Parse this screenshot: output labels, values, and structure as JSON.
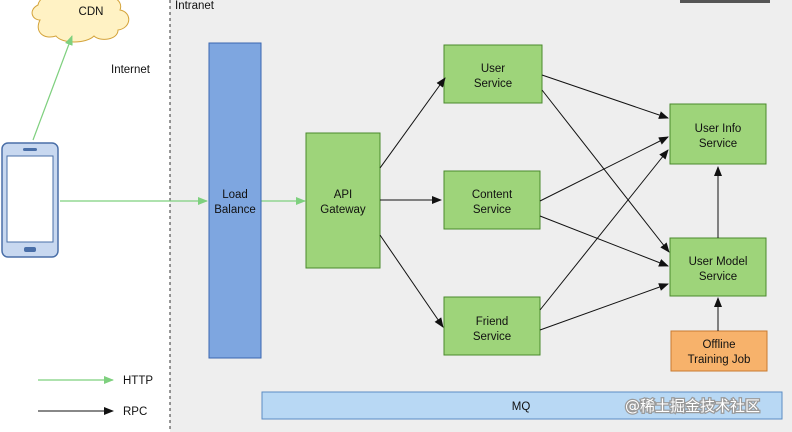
{
  "zones": {
    "internet_label": "Internet",
    "intranet_label": "Intranet"
  },
  "nodes": {
    "cdn": "CDN",
    "load_balance": [
      "Load",
      "Balance"
    ],
    "api_gateway": [
      "API",
      "Gateway"
    ],
    "user_service": [
      "User",
      "Service"
    ],
    "content_service": [
      "Content",
      "Service"
    ],
    "friend_service": [
      "Friend",
      "Service"
    ],
    "user_info_service": [
      "User Info",
      "Service"
    ],
    "user_model_service": [
      "User Model",
      "Service"
    ],
    "offline_training_job": [
      "Offline",
      "Training Job"
    ],
    "mq": "MQ"
  },
  "legend": {
    "http_label": "HTTP",
    "rpc_label": "RPC"
  },
  "watermark": "@稀土掘金技术社区",
  "colors": {
    "green_fill": "#9ed47a",
    "green_stroke": "#4a8a2c",
    "blue_fill": "#7ea6e0",
    "blue_stroke": "#3b66b0",
    "orange_fill": "#f7b26b",
    "orange_stroke": "#c87a30",
    "mq_fill": "#b8d8f4",
    "zone_fill": "#eeeeee",
    "cloud_fill": "#fff2c4",
    "http_arrow": "#7ed07e",
    "rpc_arrow": "#111111"
  }
}
